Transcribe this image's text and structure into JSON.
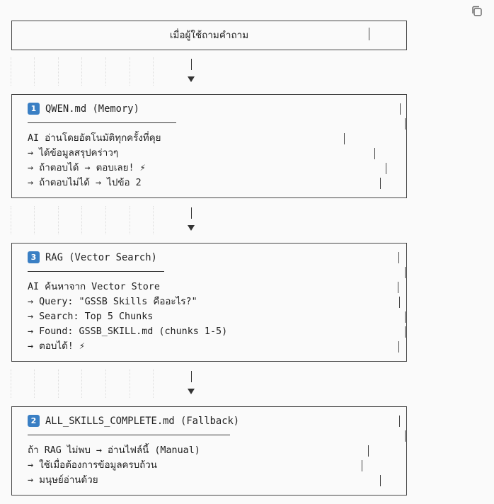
{
  "header": {
    "text": "เมื่อผู้ใช้ถามคำถาม"
  },
  "step1": {
    "badge": "1",
    "title": "QWEN.md (Memory)",
    "lines": [
      "AI อ่านโดยอัตโนมัติทุกครั้งที่คุย",
      "→ ได้ข้อมูลสรุปคร่าวๆ",
      "→ ถ้าตอบได้ → ตอบเลย! ⚡",
      "→ ถ้าตอบไม่ได้ → ไปข้อ 2"
    ]
  },
  "step3": {
    "badge": "3",
    "title": "RAG (Vector Search)",
    "lines": [
      "AI ค้นหาจาก Vector Store",
      "→ Query: \"GSSB Skills คืออะไร?\"",
      "→ Search: Top 5 Chunks",
      "→ Found: GSSB_SKILL.md (chunks 1-5)",
      "→ ตอบได้! ⚡"
    ]
  },
  "step2": {
    "badge": "2",
    "title": "ALL_SKILLS_COMPLETE.md (Fallback)",
    "lines": [
      "ถ้า RAG ไม่พบ → อ่านไฟล์นี้ (Manual)",
      "→ ใช้เมื่อต้องการข้อมูลครบถ้วน",
      "→ มนุษย์อ่านด้วย"
    ]
  },
  "toolbar": {
    "copy_icon": "copy-icon"
  }
}
